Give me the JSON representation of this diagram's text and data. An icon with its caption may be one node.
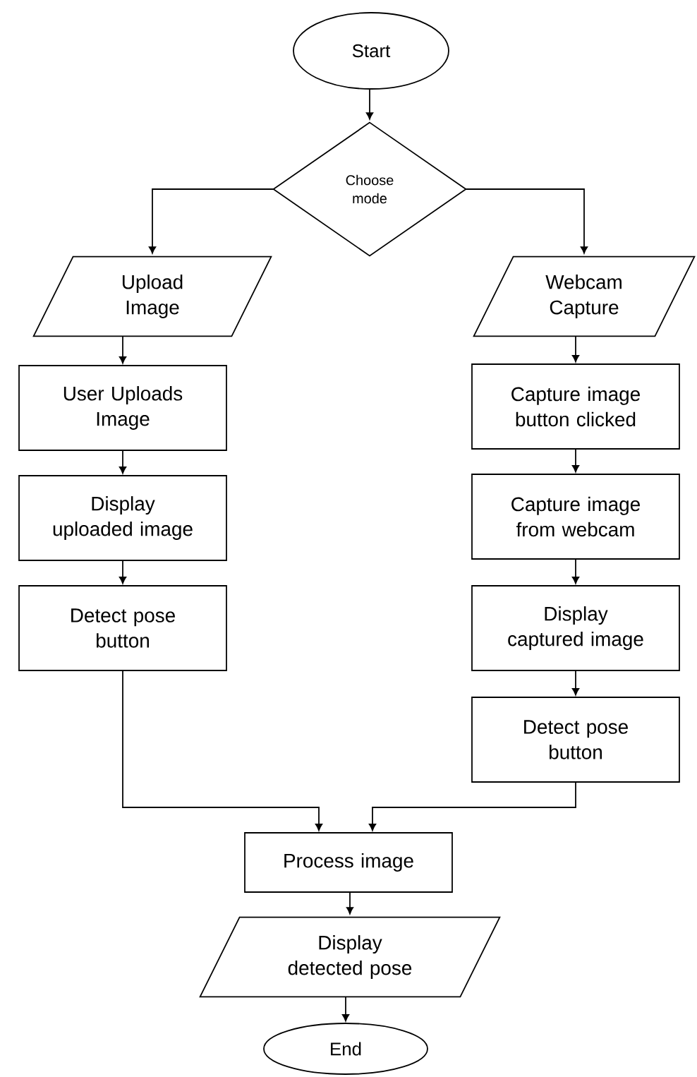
{
  "diagram": {
    "nodes": [
      {
        "text": [
          "Start"
        ]
      },
      {
        "text": [
          "Choose mode"
        ]
      },
      {
        "text": [
          "Upload Image"
        ]
      },
      {
        "text": [
          "User Uploads Image"
        ]
      },
      {
        "text": [
          "Display uploaded image"
        ]
      },
      {
        "text": [
          "Detect pose button"
        ]
      },
      {
        "text": [
          "Webcam Capture"
        ]
      },
      {
        "text": [
          "Capture image button clicked"
        ]
      },
      {
        "text": [
          "Capture image from webcam"
        ]
      },
      {
        "text": [
          "Display captured image"
        ]
      },
      {
        "text": [
          "Detect pose button"
        ]
      },
      {
        "text": [
          "Process image"
        ]
      },
      {
        "text": [
          "Display detected pose"
        ]
      },
      {
        "text": [
          "End"
        ]
      }
    ],
    "edges": [
      {
        "from": 0,
        "to": 1,
        "arrow": "to"
      },
      {
        "from": 1,
        "to": 2,
        "arrow": "to"
      },
      {
        "from": 1,
        "to": 6,
        "arrow": "to"
      },
      {
        "from": 2,
        "to": 3,
        "arrow": "to"
      },
      {
        "from": 3,
        "to": 4,
        "arrow": "to"
      },
      {
        "from": 4,
        "to": 5,
        "arrow": "to"
      },
      {
        "from": 5,
        "to": 11,
        "arrow": "to"
      },
      {
        "from": 6,
        "to": 7,
        "arrow": "to"
      },
      {
        "from": 7,
        "to": 8,
        "arrow": "to"
      },
      {
        "from": 8,
        "to": 9,
        "arrow": "to"
      },
      {
        "from": 9,
        "to": 10,
        "arrow": "to"
      },
      {
        "from": 10,
        "to": 11,
        "arrow": "to"
      },
      {
        "from": 11,
        "to": 12,
        "arrow": "to"
      },
      {
        "from": 12,
        "to": 13,
        "arrow": "to"
      }
    ]
  }
}
